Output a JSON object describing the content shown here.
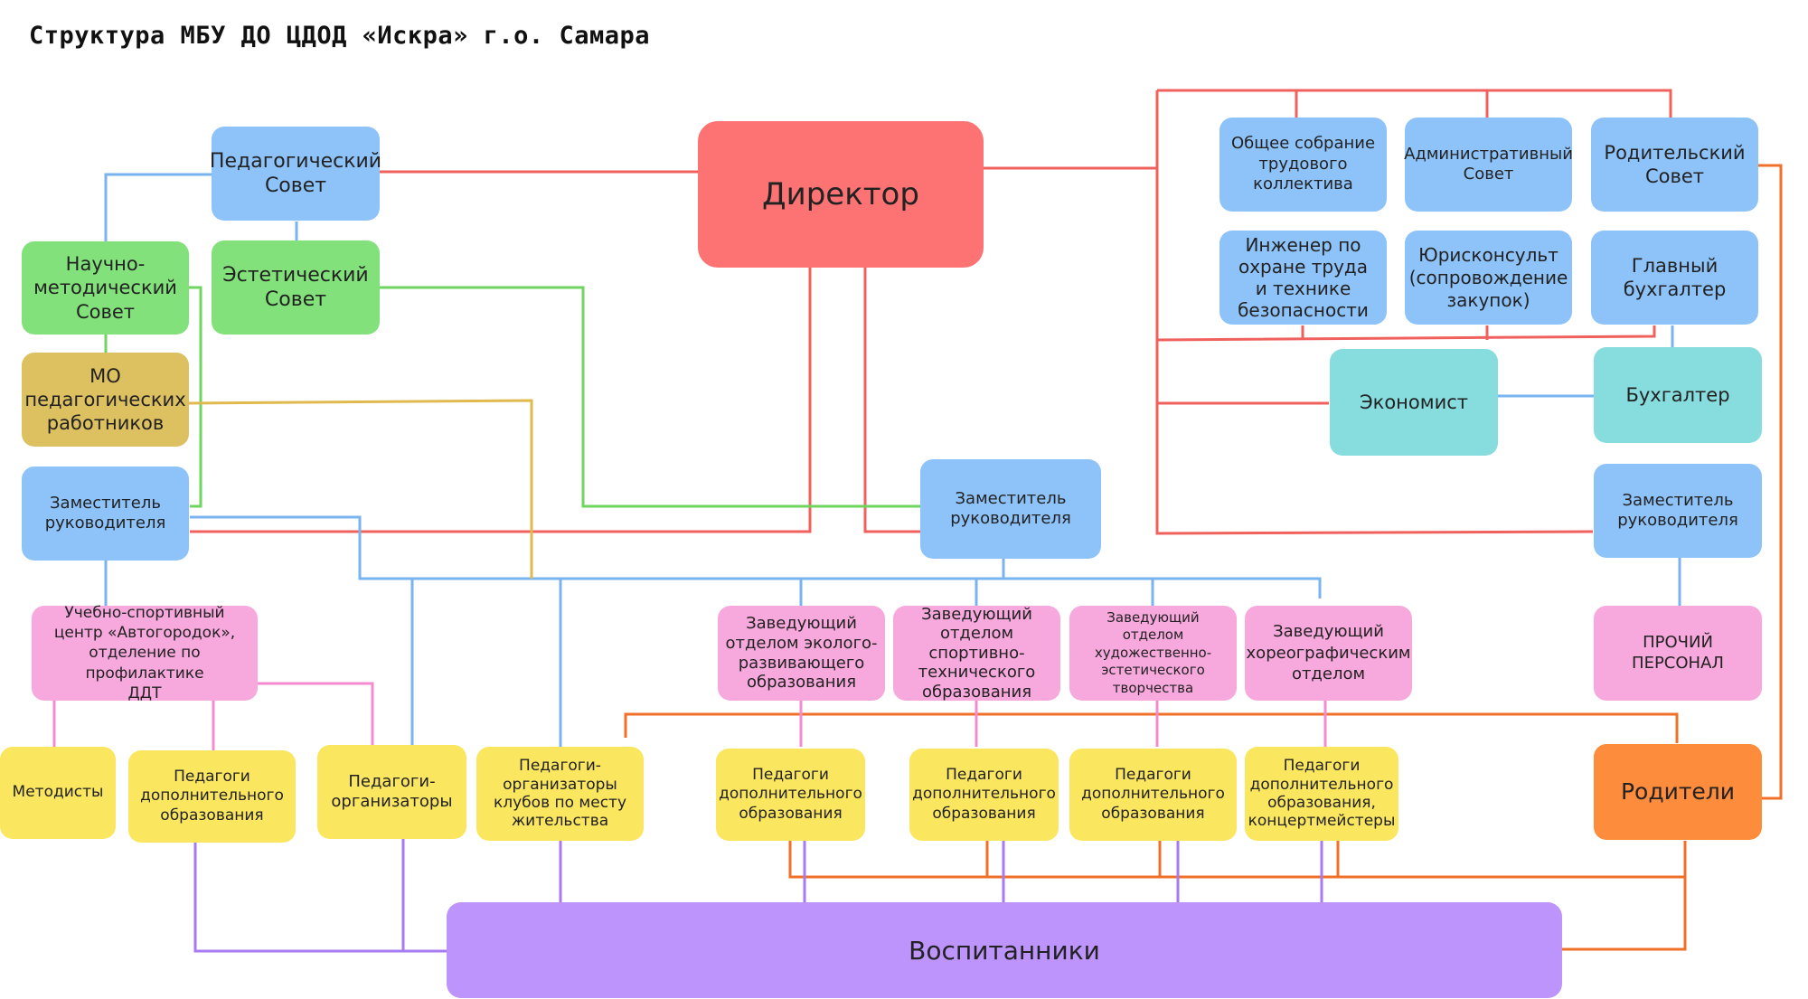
{
  "title": "Структура МБУ ДО ЦДОД «Искра» г.о. Самара",
  "nodes": {
    "director": "Директор",
    "ped_council": "Педагогический\nСовет",
    "nm_council": "Научно-\nметодический\nСовет",
    "est_council": "Эстетический\nСовет",
    "mo": "МО\nпедагогических\nработников",
    "deputy_left": "Заместитель\nруководителя",
    "deputy_center": "Заместитель\nруководителя",
    "deputy_right": "Заместитель\nруководителя",
    "general_meeting": "Общее собрание\nтрудового\nколлектива",
    "admin_council": "Административный\nСовет",
    "parent_council": "Родительский\nСовет",
    "engineer": "Инженер по\nохране труда\nи технике\nбезопасности",
    "jurist": "Юрисконсульт\n(сопровождение\nзакупок)",
    "chief_accountant": "Главный\nбухгалтер",
    "economist": "Экономист",
    "accountant": "Бухгалтер",
    "sports_center": "Учебно-спортивный\nцентр «Автогородок»,\nотделение по профилактике\nДДТ",
    "head_eco": "Заведующий\nотделом эколого-\nразвивающего\nобразования",
    "head_sport": "Заведующий\nотделом спортивно-\nтехнического\nобразования",
    "head_art": "Заведующий\nотделом художественно-\nэстетического\nтворчества",
    "head_chor": "Заведующий\nхореографическим\nотделом",
    "other_staff": "ПРОЧИЙ ПЕРСОНАЛ",
    "methodists": "Методисты",
    "teachers_1": "Педагоги\nдополнительного\nобразования",
    "organizers": "Педагоги-\nорганизаторы",
    "club_organizers": "Педагоги-\nорганизаторы\nклубов по месту\nжительства",
    "teachers_2": "Педагоги\nдополнительного\nобразования",
    "teachers_3": "Педагоги\nдополнительного\nобразования",
    "teachers_4": "Педагоги\nдополнительного\nобразования",
    "teachers_5": "Педагоги\nдополнительного\nобразования,\nконцертмейстеры",
    "parents": "Родители",
    "pupils": "Воспитанники"
  },
  "colors": {
    "blue": "#8ec3fa",
    "green": "#82e17a",
    "gold": "#ddc05f",
    "pink": "#f7a8dc",
    "yellow": "#fbe65f",
    "teal": "#87ddde",
    "red": "#fd7373",
    "orange": "#fd8c3c",
    "purple": "#bd93fc"
  }
}
